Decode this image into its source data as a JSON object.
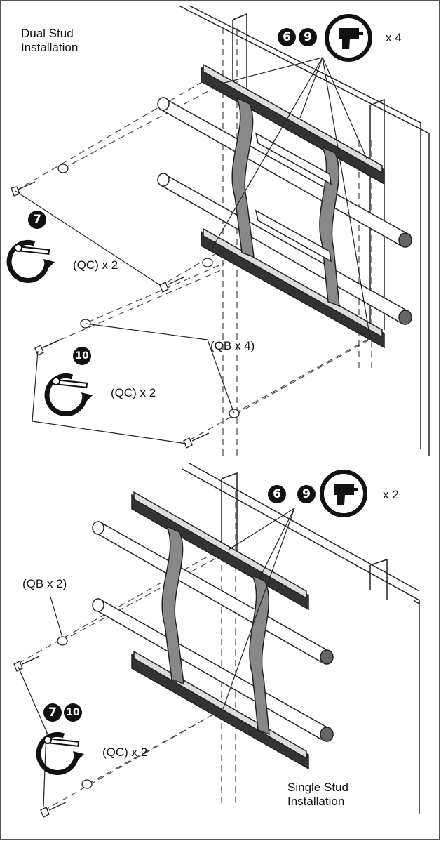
{
  "dual": {
    "title_line1": "Dual Stud",
    "title_line2": "Installation",
    "drill_steps": [
      "6",
      "9"
    ],
    "drill_qty": "x 4",
    "wrench1_step": "7",
    "wrench1_qty": "(QC) x 2",
    "wrench2_step": "10",
    "wrench2_qty": "(QC) x 2",
    "washer_qty": "(QB x 4)"
  },
  "single": {
    "title_line1": "Single Stud",
    "title_line2": "Installation",
    "drill_steps": [
      "6",
      "9"
    ],
    "drill_qty": "x 2",
    "wrench_steps": [
      "7",
      "10"
    ],
    "wrench_qty": "(QC) x 2",
    "washer_qty": "(QB x 2)"
  },
  "icons": [
    "drill-icon",
    "wrench-rotate-icon"
  ]
}
